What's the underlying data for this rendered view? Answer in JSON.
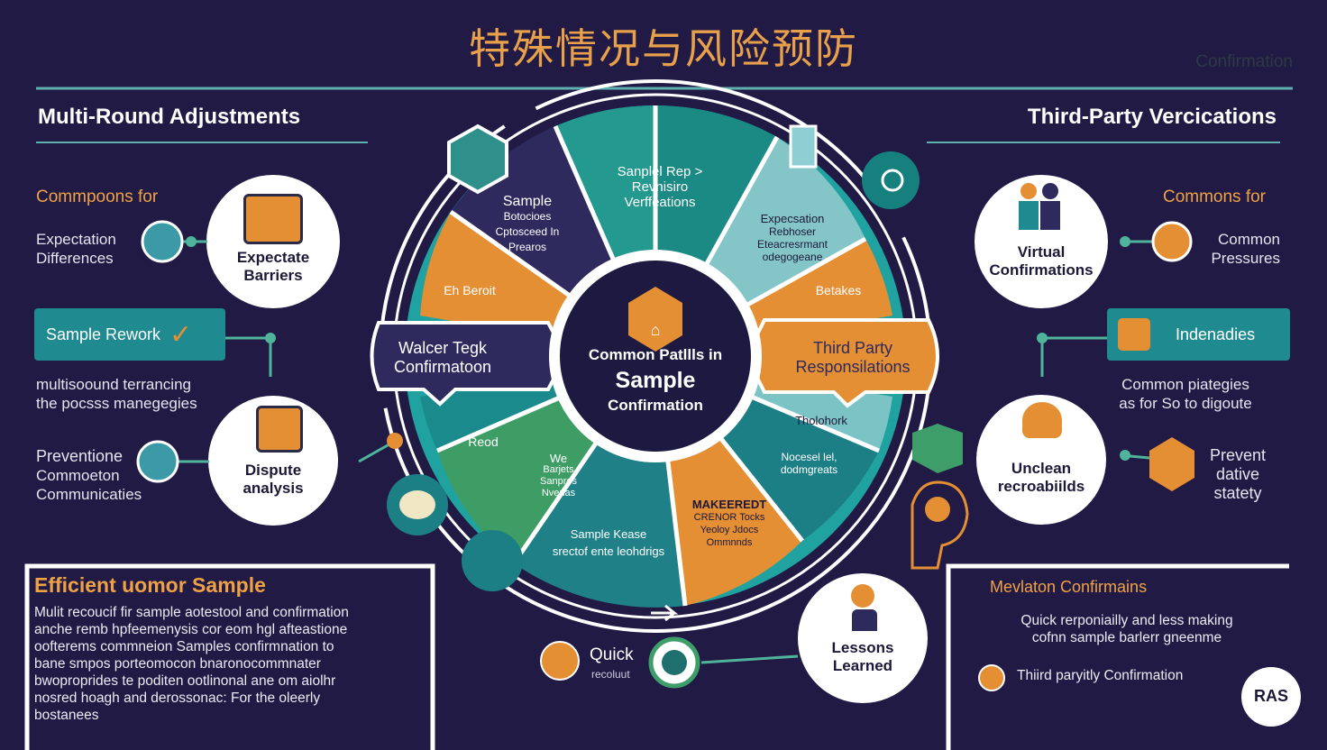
{
  "title": "特殊情况与风险预防",
  "ghost_text": "Confirmation",
  "left": {
    "heading": "Multi-Round Adjustments",
    "commons_heading": "Commpoons for",
    "expectation": [
      "Expectation",
      "Differences"
    ],
    "circle_top": [
      "Expectate",
      "Barriers"
    ],
    "pill": "Sample Rework",
    "mid_text": [
      "multisoound terrancing",
      "the pocsss manegegies"
    ],
    "prevention": [
      "Preventione",
      "Commoeton",
      "Communicaties"
    ],
    "circle_bottom": [
      "Dispute",
      "analysis"
    ],
    "panel_heading": "Efficient uomor Sample",
    "panel_lines": [
      "Mulit recoucif fir sample aotestool and confirmation",
      "anche  remb hpfeemenysis cor eom  hgl afteastione",
      "oofterems commneion Samples confirmnation to",
      "bane smpos  porteomocon bnaronocommnater",
      "bwoproprides te poditen ootlinonal ane om aiolhr",
      "nosred hoagh and derossonac: For the oleerly",
      "bostanees"
    ]
  },
  "right": {
    "heading": "Third-Party Vercications",
    "commons_heading": "Commons for",
    "common_pressures": [
      "Common",
      "Pressures"
    ],
    "circle_top": [
      "Virtual",
      "Confirmations"
    ],
    "pill": "Indenadies",
    "mid_text": [
      "Common piategies",
      "as for So to digoute"
    ],
    "prevent": [
      "Prevent",
      "dative",
      "statety"
    ],
    "circle_bottom": [
      "Unclean",
      "recroabiilds"
    ],
    "panel_heading": "Mevlaton Confirmains",
    "panel_lines": [
      "Quick rerponiailly and less making",
      "cofnn sample barlerr gneenme"
    ],
    "bullet_text": "Thiird paryitly Confirmation",
    "badge": "RAS"
  },
  "wheel": {
    "center": [
      "Common Patllls in",
      "Sample",
      "Confirmation"
    ],
    "left_tab": [
      "Walcer Tegk",
      "Confirmatoon"
    ],
    "right_tab": [
      "Third Party",
      "Responsilations"
    ],
    "w_top_left": [
      "Sample",
      "Botocioes",
      "Cptosceed  In",
      "Prearos"
    ],
    "w_top": [
      "Sanplel Rep >",
      "Revnisiro",
      "Verffeations"
    ],
    "w_top_right": [
      "Expecsation",
      "Rebhoser",
      "Eteacresrmant",
      "odegogeane"
    ],
    "w_left_orange": "Eh Beroit",
    "w_right_orange": "Betakes",
    "w_right_teal": "Tholohork",
    "w_right_dark": [
      "Nocesel lel,",
      "dodmgreats"
    ],
    "w_green": "Reod",
    "w_green2": [
      "We",
      "Barjets",
      "Sanpros",
      "Nvenas"
    ],
    "w_bottom": [
      "Sample Kease",
      "srectof ente leohdrigs"
    ],
    "w_bottom_orange": [
      "MAKEEREDT",
      "CRENOR Tocks",
      "Yeoloy Jdocs",
      "Ommnnds"
    ]
  },
  "bottom": {
    "quick": "Quick",
    "quick_sub": "recoluut",
    "lessons": [
      "Lessons",
      "Learned"
    ]
  },
  "colors": {
    "background": "#211a45",
    "teal": "#1f8a8f",
    "green": "#3d9e6a",
    "orange": "#e38d35",
    "dark_navy": "#2d2a5c",
    "light_teal": "#8ecfd3",
    "title": "#e9a04a"
  }
}
